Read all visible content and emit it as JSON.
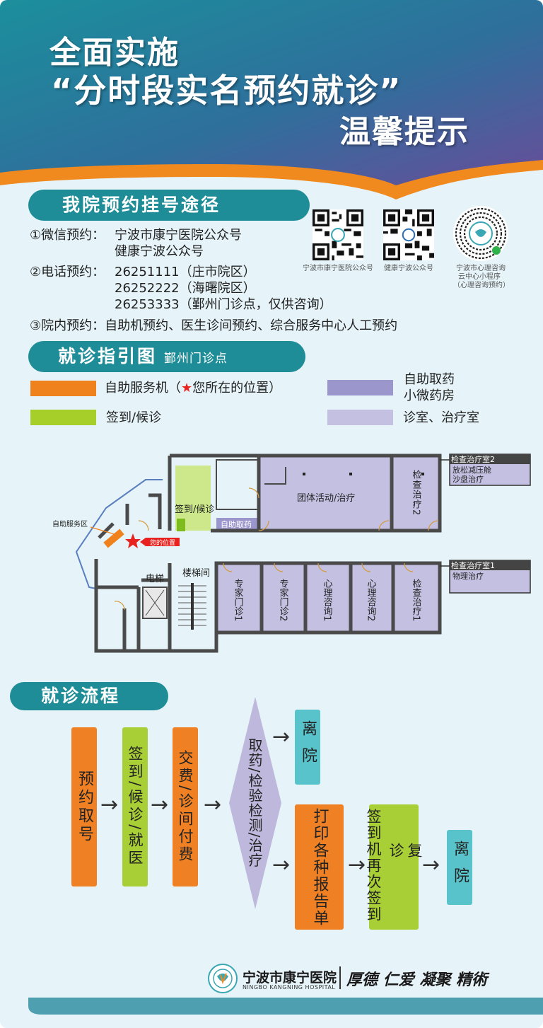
{
  "header": {
    "line1": "全面实施",
    "line2": "“分时段实名预约就诊”",
    "line3": "温馨提示"
  },
  "booking": {
    "title": "我院预约挂号途径",
    "wechat_label": "①微信预约：",
    "wechat_1": "宁波市康宁医院公众号",
    "wechat_2": "健康宁波公众号",
    "phone_label": "②电话预约：",
    "phone_1": "26251111（庄市院区）",
    "phone_2": "26252222（海曙院区）",
    "phone_3": "26253333（鄞州门诊点，仅供咨询）",
    "onsite": "③院内预约：自助机预约、医生诊间预约、综合服务中心人工预约",
    "qr_1_caption": "宁波市康宁医院公众号",
    "qr_2_caption": "健康宁波公众号",
    "qr_3_caption_1": "宁波市心理咨询",
    "qr_3_caption_2": "云中心小程序",
    "qr_3_caption_3": "（心理咨询预约）"
  },
  "guide": {
    "title": "就诊指引图",
    "subtitle": "鄞州门诊点"
  },
  "legend": {
    "kiosk_prefix": "自助服务机（",
    "kiosk_star": "★",
    "kiosk_suffix": "您所在的位置）",
    "checkin": "签到/候诊",
    "pharmacy_1": "自助取药",
    "pharmacy_2": "小微药房",
    "rooms": "诊室、治疗室",
    "colors": {
      "kiosk": "#f0821e",
      "checkin": "#a7cf2a",
      "pharmacy": "#9b97cc",
      "rooms": "#c4c0e2",
      "star": "#e8231f"
    }
  },
  "map": {
    "service_area": "自助服务区",
    "you_are_here": "您的位置",
    "checkin_room": "签到/候诊",
    "self_pharmacy": "自助取药",
    "group_room": "团体活动/治疗",
    "exam_2_v": "检查治疗2",
    "elevator": "电梯",
    "stairs": "楼梯间",
    "expert_1": "专家门诊1",
    "expert_2": "专家门诊2",
    "psych_1": "心理咨询1",
    "psych_2": "心理咨询2",
    "exam_1_v": "检查治疗1",
    "box2_title": "检查治疗室2",
    "box2_line1": "放松减压舱",
    "box2_line2": "沙盘治疗",
    "box1_title": "检查治疗室1",
    "box1_line1": "物理治疗"
  },
  "flow": {
    "title": "就诊流程",
    "s1": "预约取号",
    "s2": "签到/候诊/就医",
    "s3": "交费/诊间付费",
    "s4": "取药/检验检测/治疗",
    "s5": "离院",
    "s6": "打印各种报告单",
    "s7a": "复诊",
    "s7b": "签到机再次签到",
    "s8": "离院",
    "arrow": "→",
    "colors": {
      "orange": "#ef8124",
      "green": "#a8cf35",
      "teal": "#59c3cc",
      "violet": "#bdb8dc"
    }
  },
  "footer": {
    "hospital_cn": "宁波市康宁医院",
    "hospital_en": "NINGBO KANGNING HOSPITAL",
    "motto": "厚德 仁爱 凝聚 精術"
  }
}
